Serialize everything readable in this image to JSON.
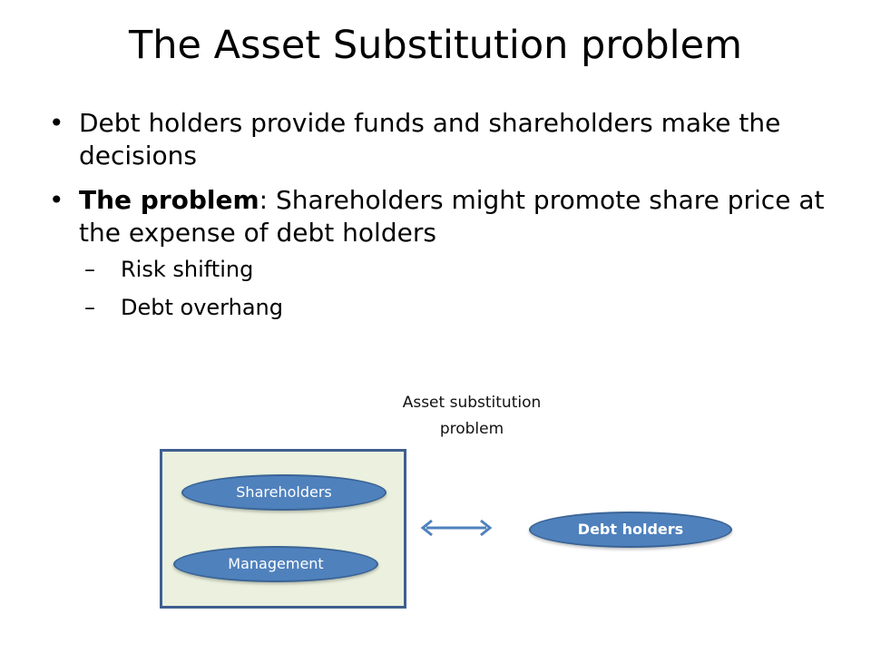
{
  "slide": {
    "title": "The Asset Substitution problem",
    "bullets": [
      {
        "text": "Debt holders provide funds and shareholders make the decisions"
      },
      {
        "bold_prefix": "The problem",
        "text": ": Shareholders might promote share price at the expense of debt holders",
        "sub_bullets": [
          "Risk shifting",
          "Debt overhang"
        ]
      }
    ],
    "bullet_symbol": "•",
    "sub_bullet_symbol": "–"
  },
  "diagram": {
    "caption_line1": "Asset substitution",
    "caption_line2": "problem",
    "shareholders_label": "Shareholders",
    "management_label": "Management",
    "debt_holders_label": "Debt holders",
    "colors": {
      "box_fill": "#ebf1de",
      "box_border": "#3f5f91",
      "ellipse_fill": "#4f81bd",
      "arrow": "#4f81bd"
    },
    "arrow_direction": "bidirectional"
  }
}
